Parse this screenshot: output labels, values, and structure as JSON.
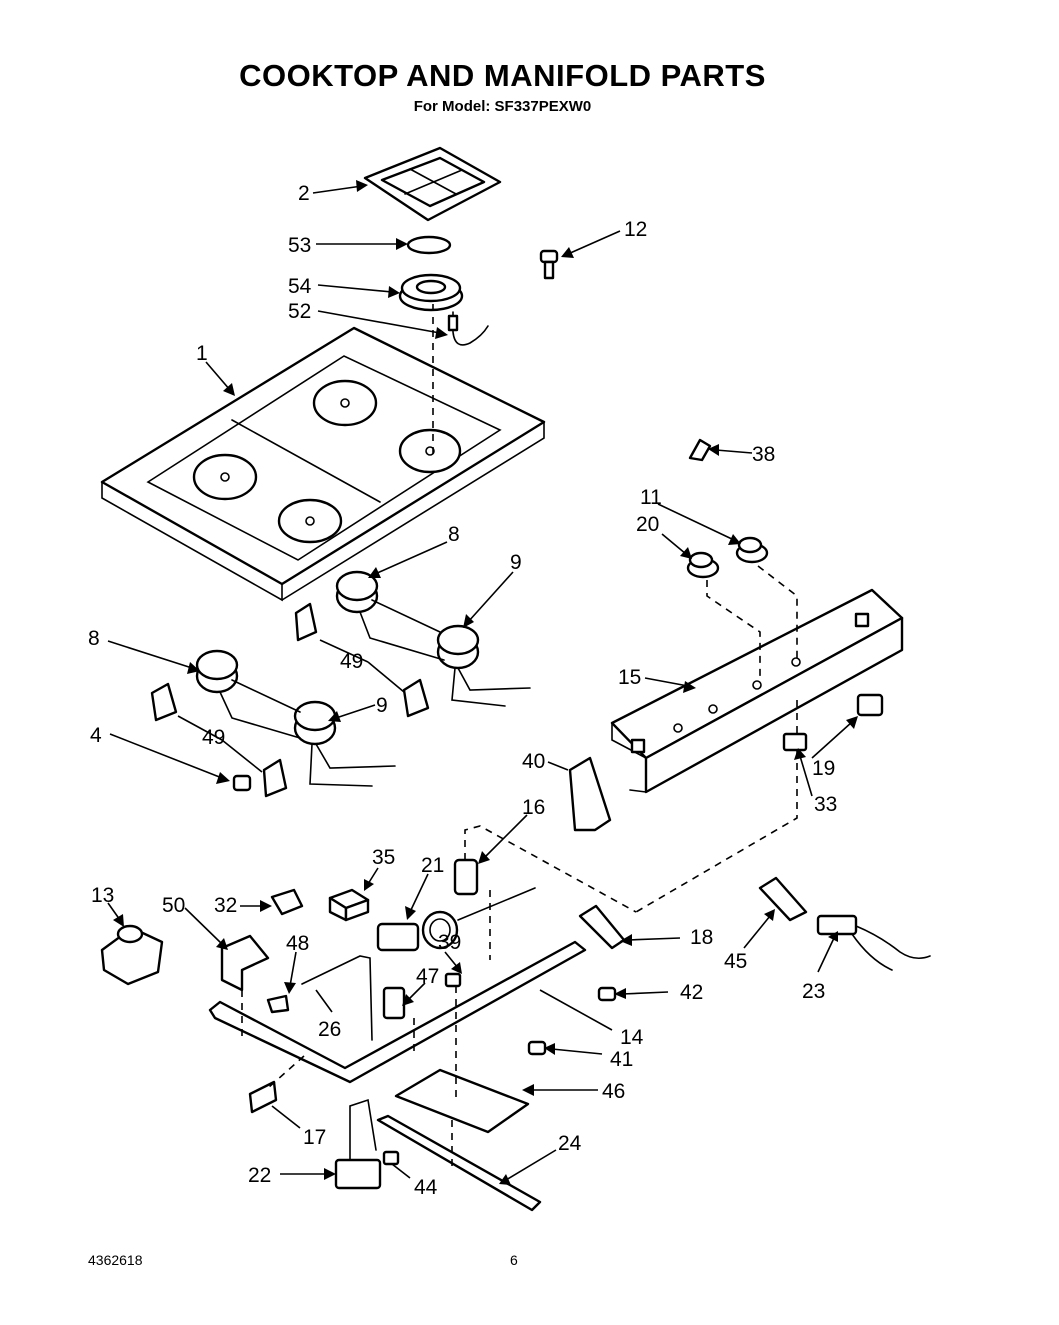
{
  "header": {
    "title": "COOKTOP AND MANIFOLD PARTS",
    "subtitle": "For Model: SF337PEXW0"
  },
  "footer": {
    "doc_number": "4362618",
    "page_number": "6"
  },
  "part_labels": {
    "p1": "1",
    "p2": "2",
    "p4": "4",
    "p8a": "8",
    "p8b": "8",
    "p9a": "9",
    "p9b": "9",
    "p11": "11",
    "p12": "12",
    "p13": "13",
    "p14": "14",
    "p15": "15",
    "p16": "16",
    "p17": "17",
    "p18": "18",
    "p19": "19",
    "p20": "20",
    "p21": "21",
    "p22": "22",
    "p23": "23",
    "p24": "24",
    "p26": "26",
    "p32": "32",
    "p33": "33",
    "p35": "35",
    "p38": "38",
    "p39": "39",
    "p40": "40",
    "p41": "41",
    "p42": "42",
    "p44": "44",
    "p45": "45",
    "p46": "46",
    "p47": "47",
    "p48": "48",
    "p49a": "49",
    "p49b": "49",
    "p50": "50",
    "p52": "52",
    "p53": "53",
    "p54": "54"
  }
}
